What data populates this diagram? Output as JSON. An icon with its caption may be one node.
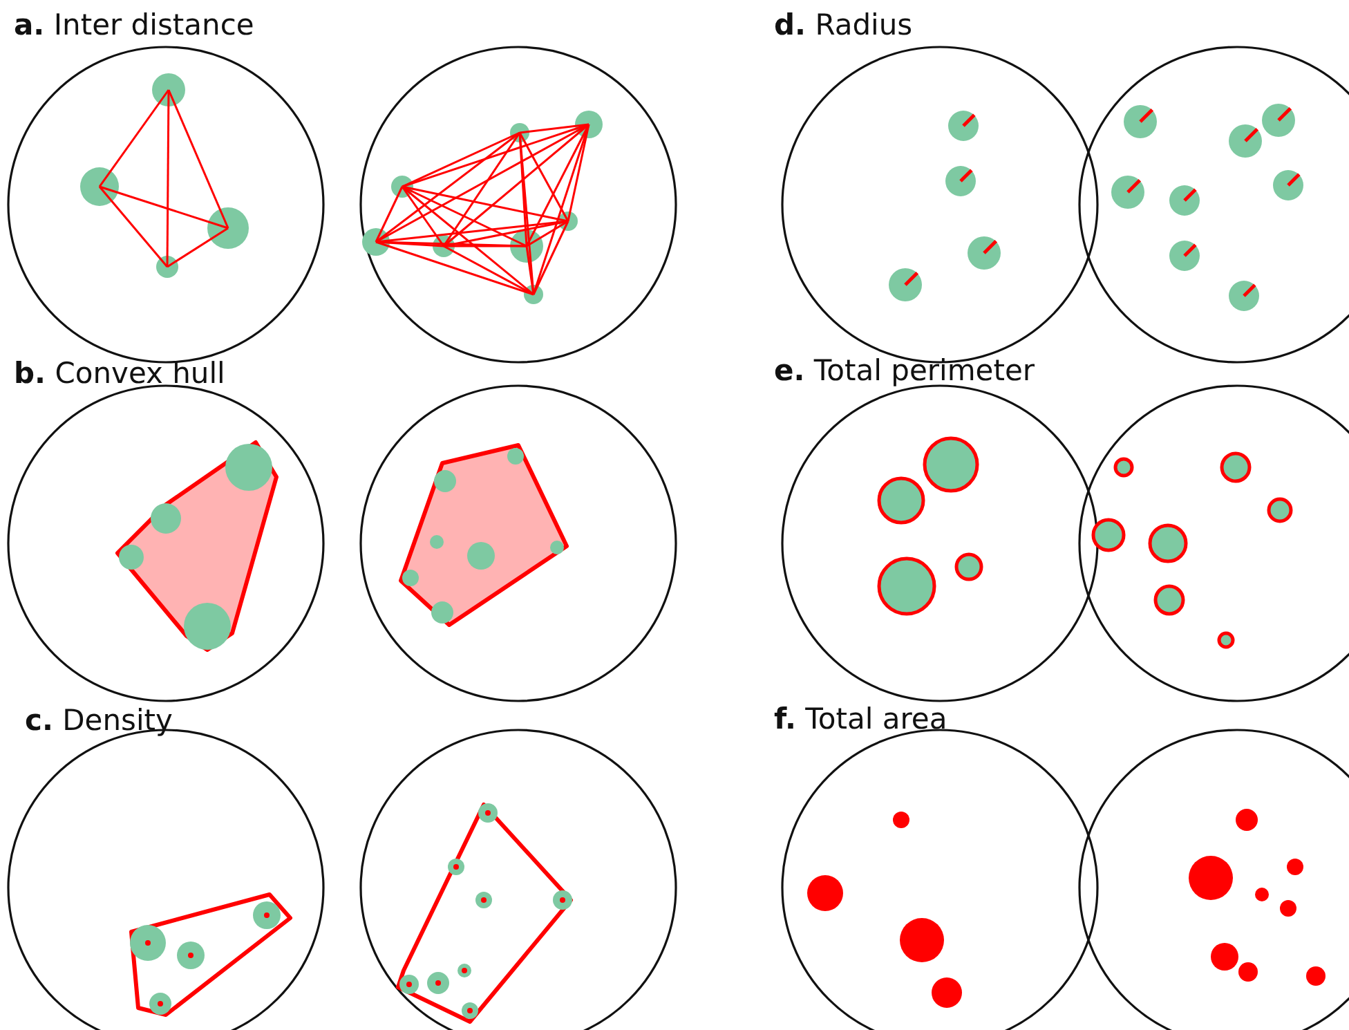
{
  "diagram": {
    "labels": [
      "**a.** Inter distance",
      "**b.** Convex hull",
      "**c.** Density",
      "**d.** Radius",
      "**e.** Total perimeter",
      "**f.** Total area"
    ]
  }
}
